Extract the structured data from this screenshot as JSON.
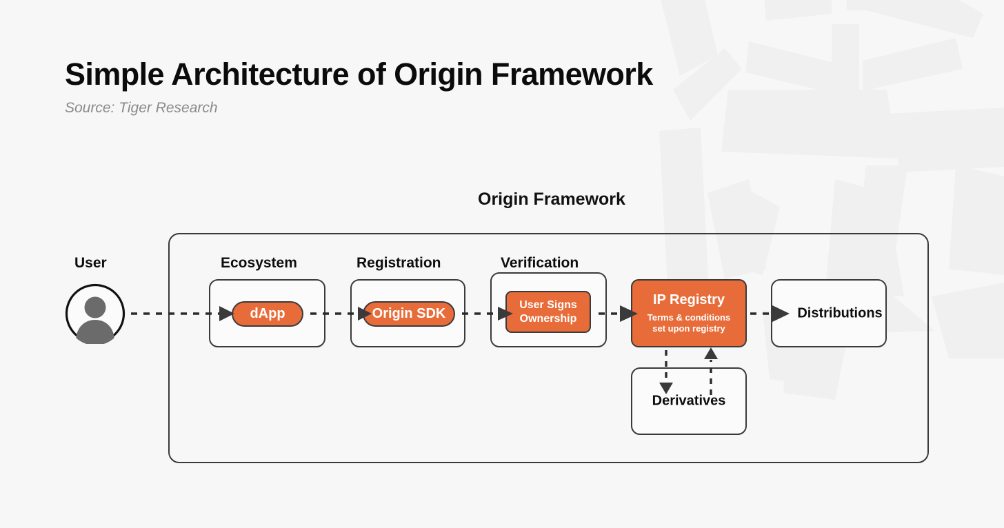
{
  "header": {
    "title": "Simple Architecture of Origin Framework",
    "source": "Source: Tiger Research"
  },
  "diagram": {
    "framework_title": "Origin Framework",
    "labels": {
      "user": "User",
      "ecosystem": "Ecosystem",
      "registration": "Registration",
      "verification": "Verification"
    },
    "nodes": {
      "dapp": "dApp",
      "origin_sdk": "Origin SDK",
      "user_signs_line1": "User Signs",
      "user_signs_line2": "Ownership",
      "ip_registry_title": "IP Registry",
      "ip_registry_sub_line1": "Terms & conditions",
      "ip_registry_sub_line2": "set upon registry",
      "distributions": "Distributions",
      "derivatives": "Derivatives"
    },
    "colors": {
      "accent_orange": "#e86c39",
      "outline_dark": "#3a3a3a",
      "background": "#f7f7f7",
      "avatar_gray": "#6b6b6b",
      "source_gray": "#8a8a8a"
    },
    "flow": [
      "User",
      "dApp",
      "Origin SDK",
      "User Signs Ownership",
      "IP Registry",
      "Distributions"
    ],
    "bidirectional_links": [
      "IP Registry -> Derivatives",
      "Derivatives -> IP Registry"
    ]
  }
}
